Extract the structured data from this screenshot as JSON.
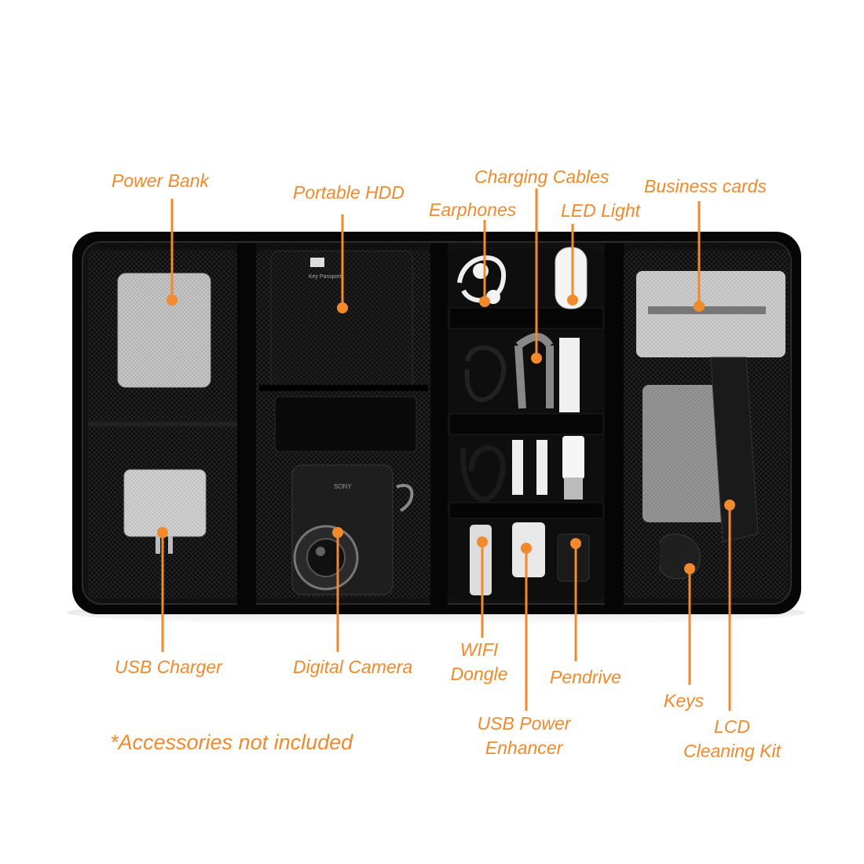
{
  "accent_color": "#f08a2c",
  "labels": {
    "power_bank": "Power Bank",
    "portable_hdd": "Portable HDD",
    "charging_cables": "Charging Cables",
    "earphones": "Earphones",
    "led_light": "LED Light",
    "business_cards": "Business cards",
    "usb_charger": "USB Charger",
    "digital_camera": "Digital Camera",
    "wifi_dongle_1": "WIFI",
    "wifi_dongle_2": "Dongle",
    "pendrive": "Pendrive",
    "usb_power_enhancer_1": "USB Power",
    "usb_power_enhancer_2": "Enhancer",
    "keys": "Keys",
    "lcd_cleaning_kit_1": "LCD",
    "lcd_cleaning_kit_2": "Cleaning Kit"
  },
  "footnote": "*Accessories not included",
  "product_text": {
    "hdd_brand": "Key Passport",
    "camera_brand": "SONY"
  }
}
